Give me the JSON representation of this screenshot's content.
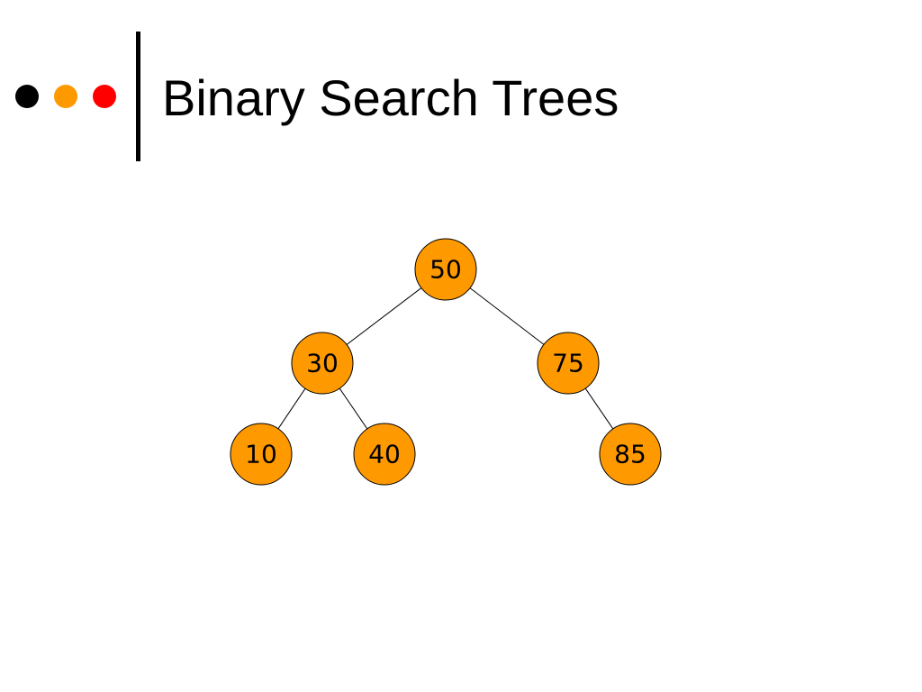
{
  "slide": {
    "title": "Binary Search Trees"
  },
  "bullets": {
    "dots": [
      {
        "color": "#000000"
      },
      {
        "color": "#FF9900"
      },
      {
        "color": "#FF0000"
      }
    ]
  },
  "tree": {
    "node_color": "#FF9900",
    "stroke_color": "#000000",
    "nodes": [
      {
        "id": "n50",
        "label": "50"
      },
      {
        "id": "n30",
        "label": "30"
      },
      {
        "id": "n75",
        "label": "75"
      },
      {
        "id": "n10",
        "label": "10"
      },
      {
        "id": "n40",
        "label": "40"
      },
      {
        "id": "n85",
        "label": "85"
      }
    ],
    "edges": [
      [
        "n50",
        "n30"
      ],
      [
        "n50",
        "n75"
      ],
      [
        "n30",
        "n10"
      ],
      [
        "n30",
        "n40"
      ],
      [
        "n75",
        "n85"
      ]
    ]
  }
}
